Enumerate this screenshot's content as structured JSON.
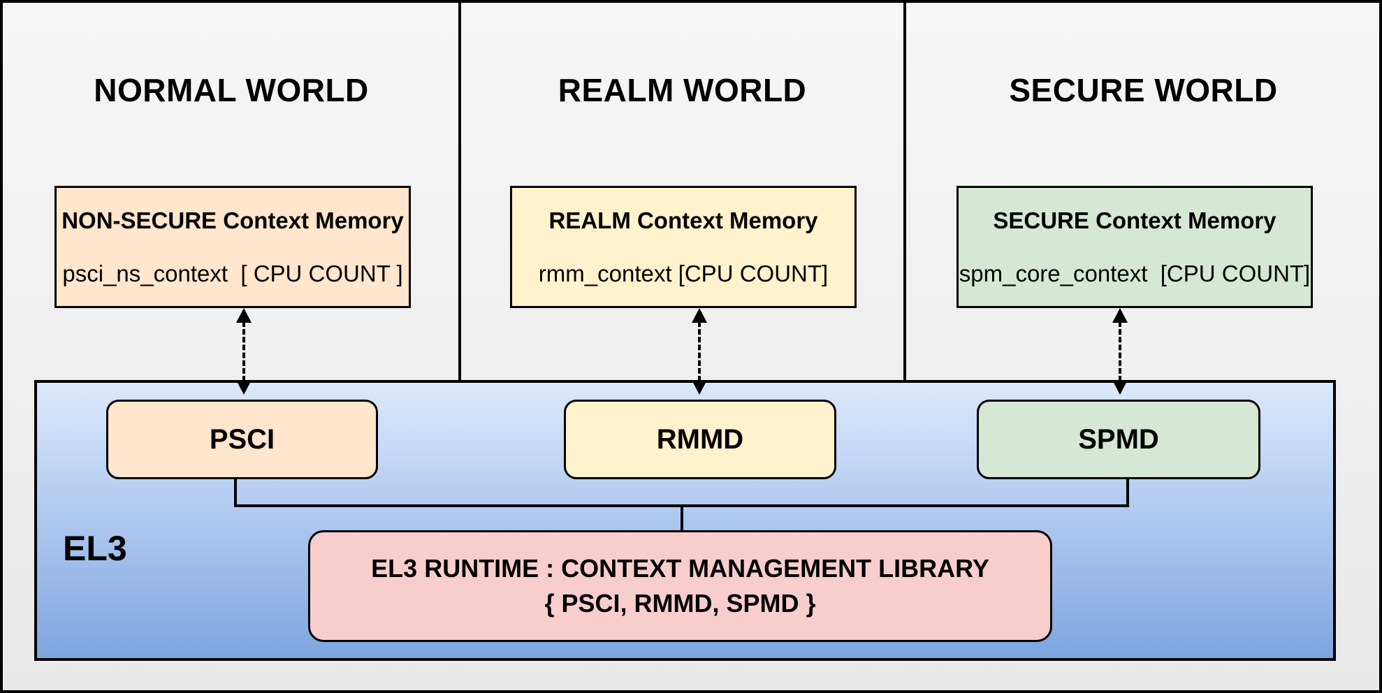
{
  "worlds": [
    {
      "title": "NORMAL WORLD",
      "memory_title": "NON-SECURE Context Memory",
      "memory_detail": "psci_ns_context  [ CPU COUNT ]",
      "dispatcher": "PSCI",
      "color": "#FFE6CC"
    },
    {
      "title": "REALM WORLD",
      "memory_title": "REALM Context Memory",
      "memory_detail": "rmm_context [CPU COUNT]",
      "dispatcher": "RMMD",
      "color": "#FFF2CC"
    },
    {
      "title": "SECURE WORLD",
      "memory_title": "SECURE Context Memory",
      "memory_detail": "spm_core_context  [CPU COUNT]",
      "dispatcher": "SPMD",
      "color": "#D5E8D4"
    }
  ],
  "el3": {
    "label": "EL3",
    "runtime_line1": "EL3 RUNTIME : CONTEXT MANAGEMENT LIBRARY",
    "runtime_line2": "{ PSCI, RMMD, SPMD }",
    "runtime_color": "#F8CECC",
    "gradient_top": "#DCE9FB",
    "gradient_bottom": "#7EA6E0"
  },
  "colors": {
    "border": "#000000",
    "panel_background": "#F2F2F2",
    "peach": "#FFE6CC",
    "yellow": "#FFF2CC",
    "green": "#D5E8D4",
    "pink": "#F8CECC"
  }
}
